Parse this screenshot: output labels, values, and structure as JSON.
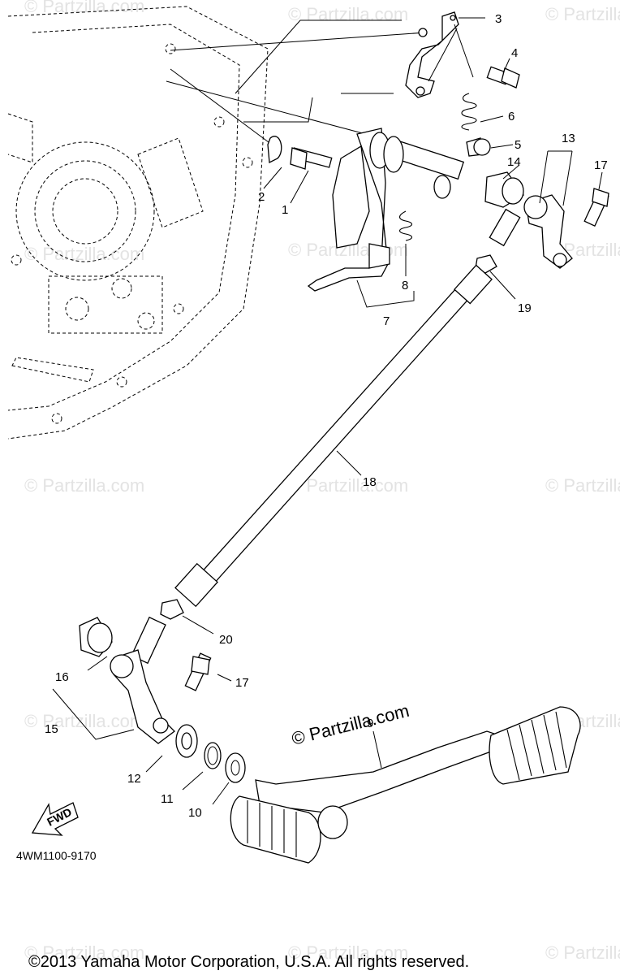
{
  "watermark": "© Partzilla.com",
  "brand_mark": "© Partzilla.com",
  "diagram_code": "4WM1100-9170",
  "fwd_label": "FWD",
  "copyright": "©2013  Yamaha Motor Corporation, U.S.A. All rights reserved.",
  "callouts": {
    "c1": "1",
    "c2": "2",
    "c3": "3",
    "c4": "4",
    "c5": "5",
    "c6": "6",
    "c7": "7",
    "c8": "8",
    "c9": "9",
    "c10": "10",
    "c11": "11",
    "c12": "12",
    "c13": "13",
    "c14": "14",
    "c15": "15",
    "c16": "16",
    "c17a": "17",
    "c17b": "17",
    "c18": "18",
    "c19": "19",
    "c20": "20"
  }
}
